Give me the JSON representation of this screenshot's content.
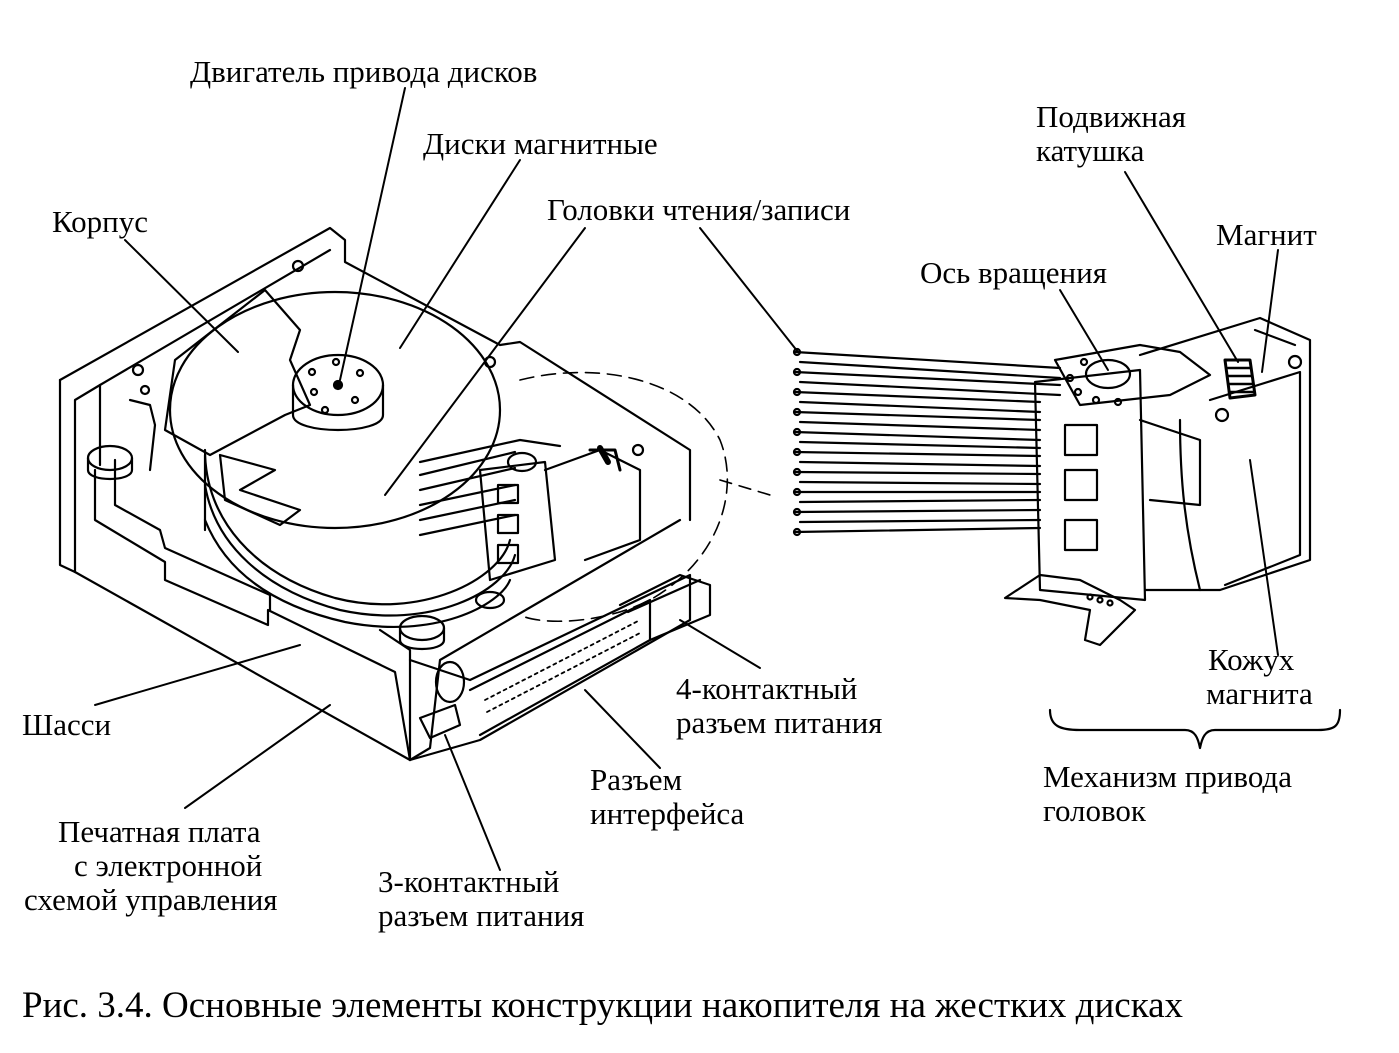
{
  "figure": {
    "caption": "Рис. 3.4. Основные элементы конструкции накопителя на жестких дисках"
  },
  "labels": {
    "motor": "Двигатель привода дисков",
    "disks": "Диски магнитные",
    "heads": "Головки чтения/записи",
    "case": "Корпус",
    "chassis": "Шасси",
    "pcb": [
      "Печатная плата",
      "с электронной",
      "схемой управления"
    ],
    "power3": [
      "3-контактный",
      "разъем питания"
    ],
    "interface": [
      "Разъем",
      "интерфейса"
    ],
    "power4": [
      "4-контактный",
      "разъем питания"
    ],
    "coil": [
      "Подвижная",
      "катушка"
    ],
    "magnet": "Магнит",
    "axis": "Ось вращения",
    "magnet_cover": [
      "Кожух",
      "магнита"
    ],
    "actuator": [
      "Механизм привода",
      "головок"
    ]
  }
}
